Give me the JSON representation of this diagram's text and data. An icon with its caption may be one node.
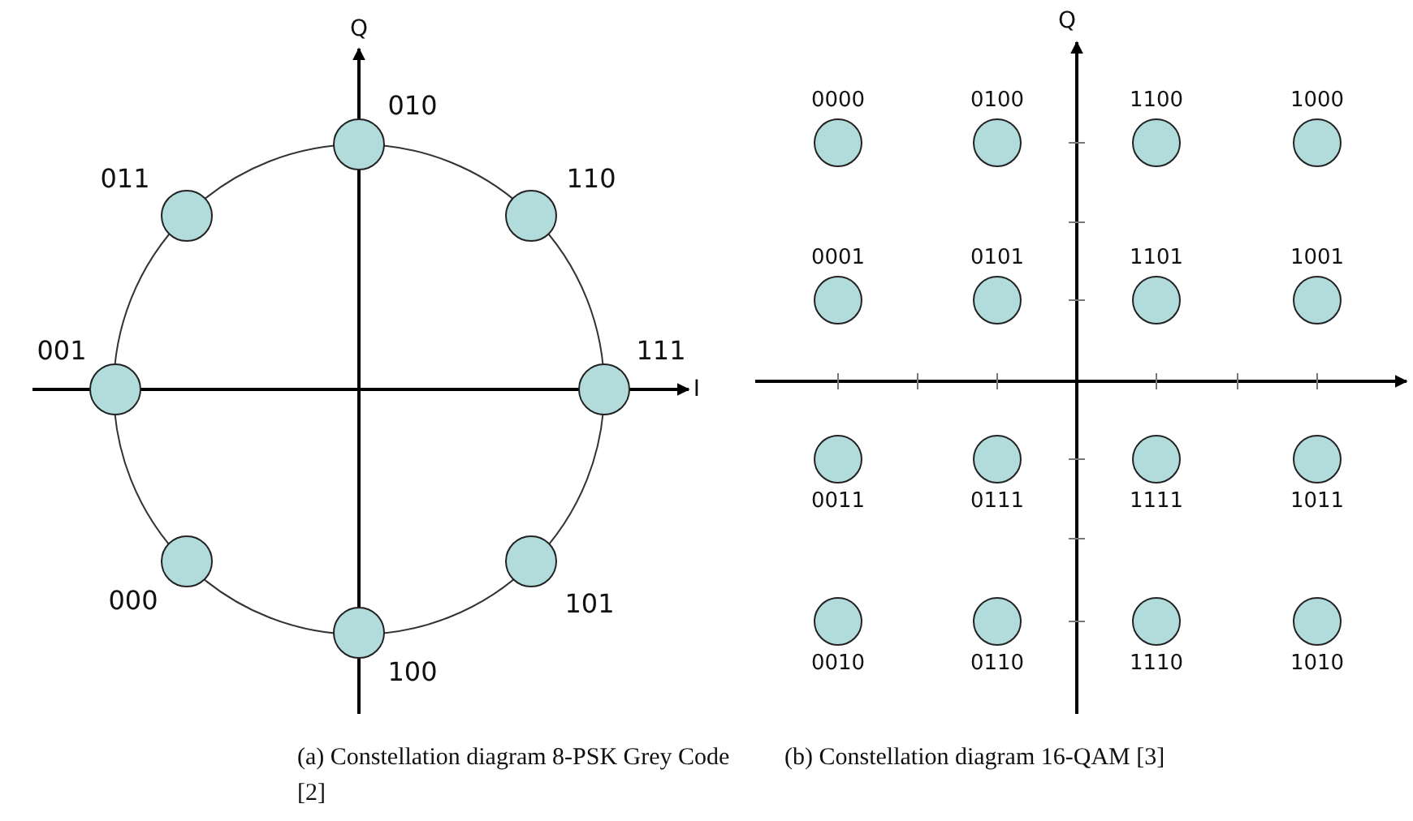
{
  "diagram": {
    "nodes": [
      {
        "text": [],
        "shape": "circle",
        "beside": [
          "010"
        ]
      },
      {
        "text": [],
        "shape": "circle",
        "beside": [
          "011"
        ]
      },
      {
        "text": [],
        "shape": "circle",
        "beside": [
          "110"
        ]
      },
      {
        "text": [],
        "shape": "circle",
        "beside": [
          "001"
        ]
      },
      {
        "text": [],
        "shape": "circle",
        "beside": [
          "111"
        ]
      },
      {
        "text": [],
        "shape": "circle",
        "beside": [
          "000"
        ]
      },
      {
        "text": [],
        "shape": "circle",
        "beside": [
          "101"
        ]
      },
      {
        "text": [],
        "shape": "circle",
        "beside": [
          "100"
        ]
      },
      {
        "text": [],
        "shape": "circle",
        "beside": [
          "0000"
        ]
      },
      {
        "text": [],
        "shape": "circle",
        "beside": [
          "0100"
        ]
      },
      {
        "text": [],
        "shape": "circle",
        "beside": [
          "1100"
        ]
      },
      {
        "text": [],
        "shape": "circle",
        "beside": [
          "1000"
        ]
      },
      {
        "text": [],
        "shape": "circle",
        "beside": [
          "0001"
        ]
      },
      {
        "text": [],
        "shape": "circle",
        "beside": [
          "0101"
        ]
      },
      {
        "text": [],
        "shape": "circle",
        "beside": [
          "1101"
        ]
      },
      {
        "text": [],
        "shape": "circle",
        "beside": [
          "1001"
        ]
      },
      {
        "text": [],
        "shape": "circle",
        "beside": [
          "0011"
        ]
      },
      {
        "text": [],
        "shape": "circle",
        "beside": [
          "0111"
        ]
      },
      {
        "text": [],
        "shape": "circle",
        "beside": [
          "1111"
        ]
      },
      {
        "text": [],
        "shape": "circle",
        "beside": [
          "1011"
        ]
      },
      {
        "text": [],
        "shape": "circle",
        "beside": [
          "0010"
        ]
      },
      {
        "text": [],
        "shape": "circle",
        "beside": [
          "0110"
        ]
      },
      {
        "text": [],
        "shape": "circle",
        "beside": [
          "1110"
        ]
      },
      {
        "text": [],
        "shape": "circle",
        "beside": [
          "1010"
        ]
      }
    ],
    "labels": [
      "Q",
      "I",
      "Q",
      "(a) Constellation diagram 8-PSK Grey Code [2]",
      "(b) Constellation diagram 16-QAM [3]"
    ]
  }
}
